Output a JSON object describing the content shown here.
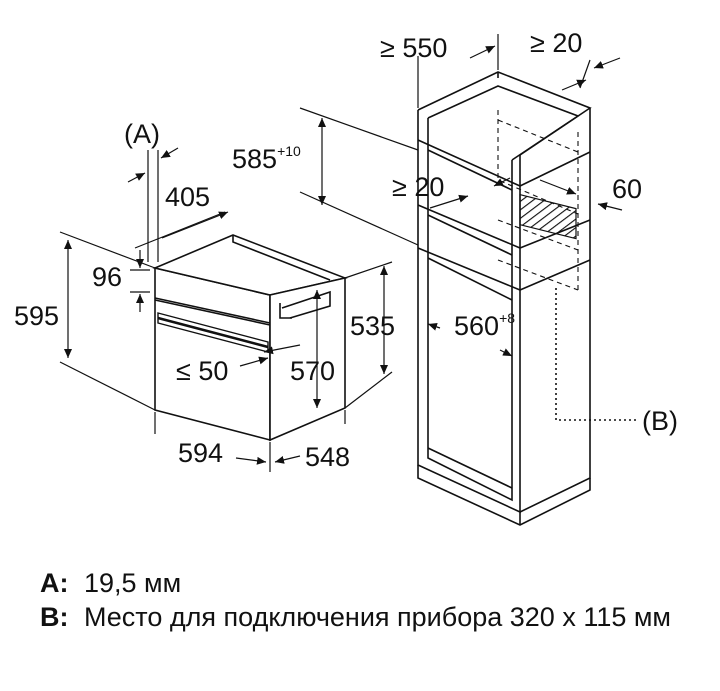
{
  "dimensions": {
    "label_a": "(A)",
    "label_b": "(B)",
    "oven_depth_front": "405",
    "oven_top_offset": "96",
    "oven_height": "595",
    "front_gap": "≤ 50",
    "oven_inner_height": "570",
    "oven_body_height": "535",
    "oven_width": "594",
    "oven_depth": "548",
    "cabinet_depth": "≥ 550",
    "rear_gap": "≥ 20",
    "niche_height_base": "585",
    "niche_height_tol": "+10",
    "shelf_gap": "≥ 20",
    "vent_depth": "60",
    "niche_width_base": "560",
    "niche_width_tol": "+8"
  },
  "legend": [
    {
      "key": "A:",
      "text": "19,5 мм"
    },
    {
      "key": "B:",
      "text": "Место для подключения прибора 320 x 115 мм"
    }
  ],
  "colors": {
    "line": "#111111",
    "hatch": "#111111",
    "background": "#ffffff"
  }
}
